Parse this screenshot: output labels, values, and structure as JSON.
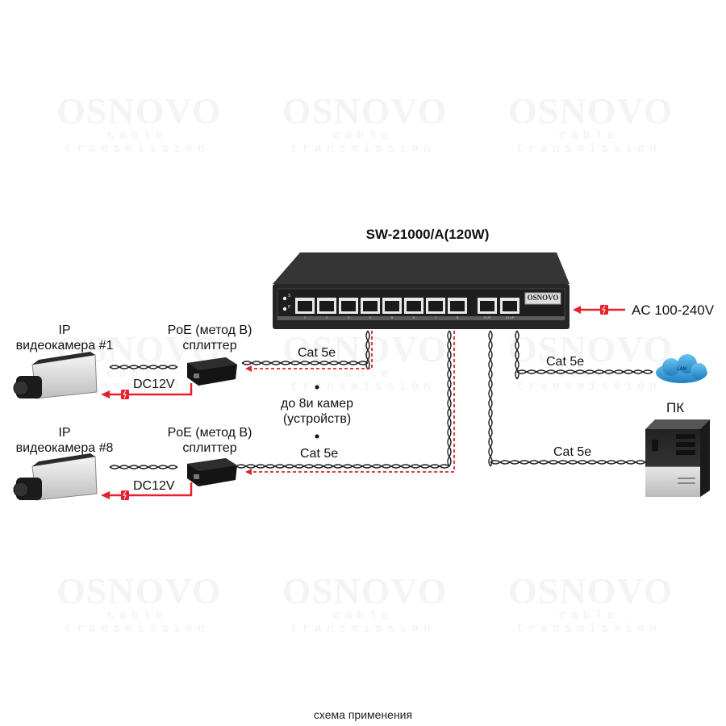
{
  "watermark": {
    "brand": "OSNOVO",
    "tagline": "cable transmission"
  },
  "switch": {
    "model": "SW-21000/A(120W)",
    "brand": "OSNOVO",
    "led_labels": [
      "S",
      "P"
    ],
    "port_labels": [
      "1",
      "2",
      "3",
      "4",
      "5",
      "6",
      "7",
      "8",
      "9 UP",
      "10 UP"
    ],
    "power_input": "AC 100-240V"
  },
  "cameras": [
    {
      "line1": "IP",
      "line2": "видеокамера  #1",
      "power": "DC12V"
    },
    {
      "line1": "IP",
      "line2": "видеокамера #8",
      "power": "DC12V"
    }
  ],
  "splitters": [
    {
      "line1": "PoE (метод B)",
      "line2": "сплиттер"
    },
    {
      "line1": "PoE (метод B)",
      "line2": "сплиттер"
    }
  ],
  "cables": {
    "cam1": "Cat 5e",
    "cam8": "Cat 5e",
    "lan": "Cat 5e",
    "pc": "Cat 5e"
  },
  "middle_note": {
    "line1": "до 8и камер",
    "line2": "(устройств)"
  },
  "lan_label": "LAN",
  "pc_label": "ПК",
  "caption": "схема применения",
  "colors": {
    "power_red": "#e8202a",
    "switch_body": "#2b2b2b"
  }
}
